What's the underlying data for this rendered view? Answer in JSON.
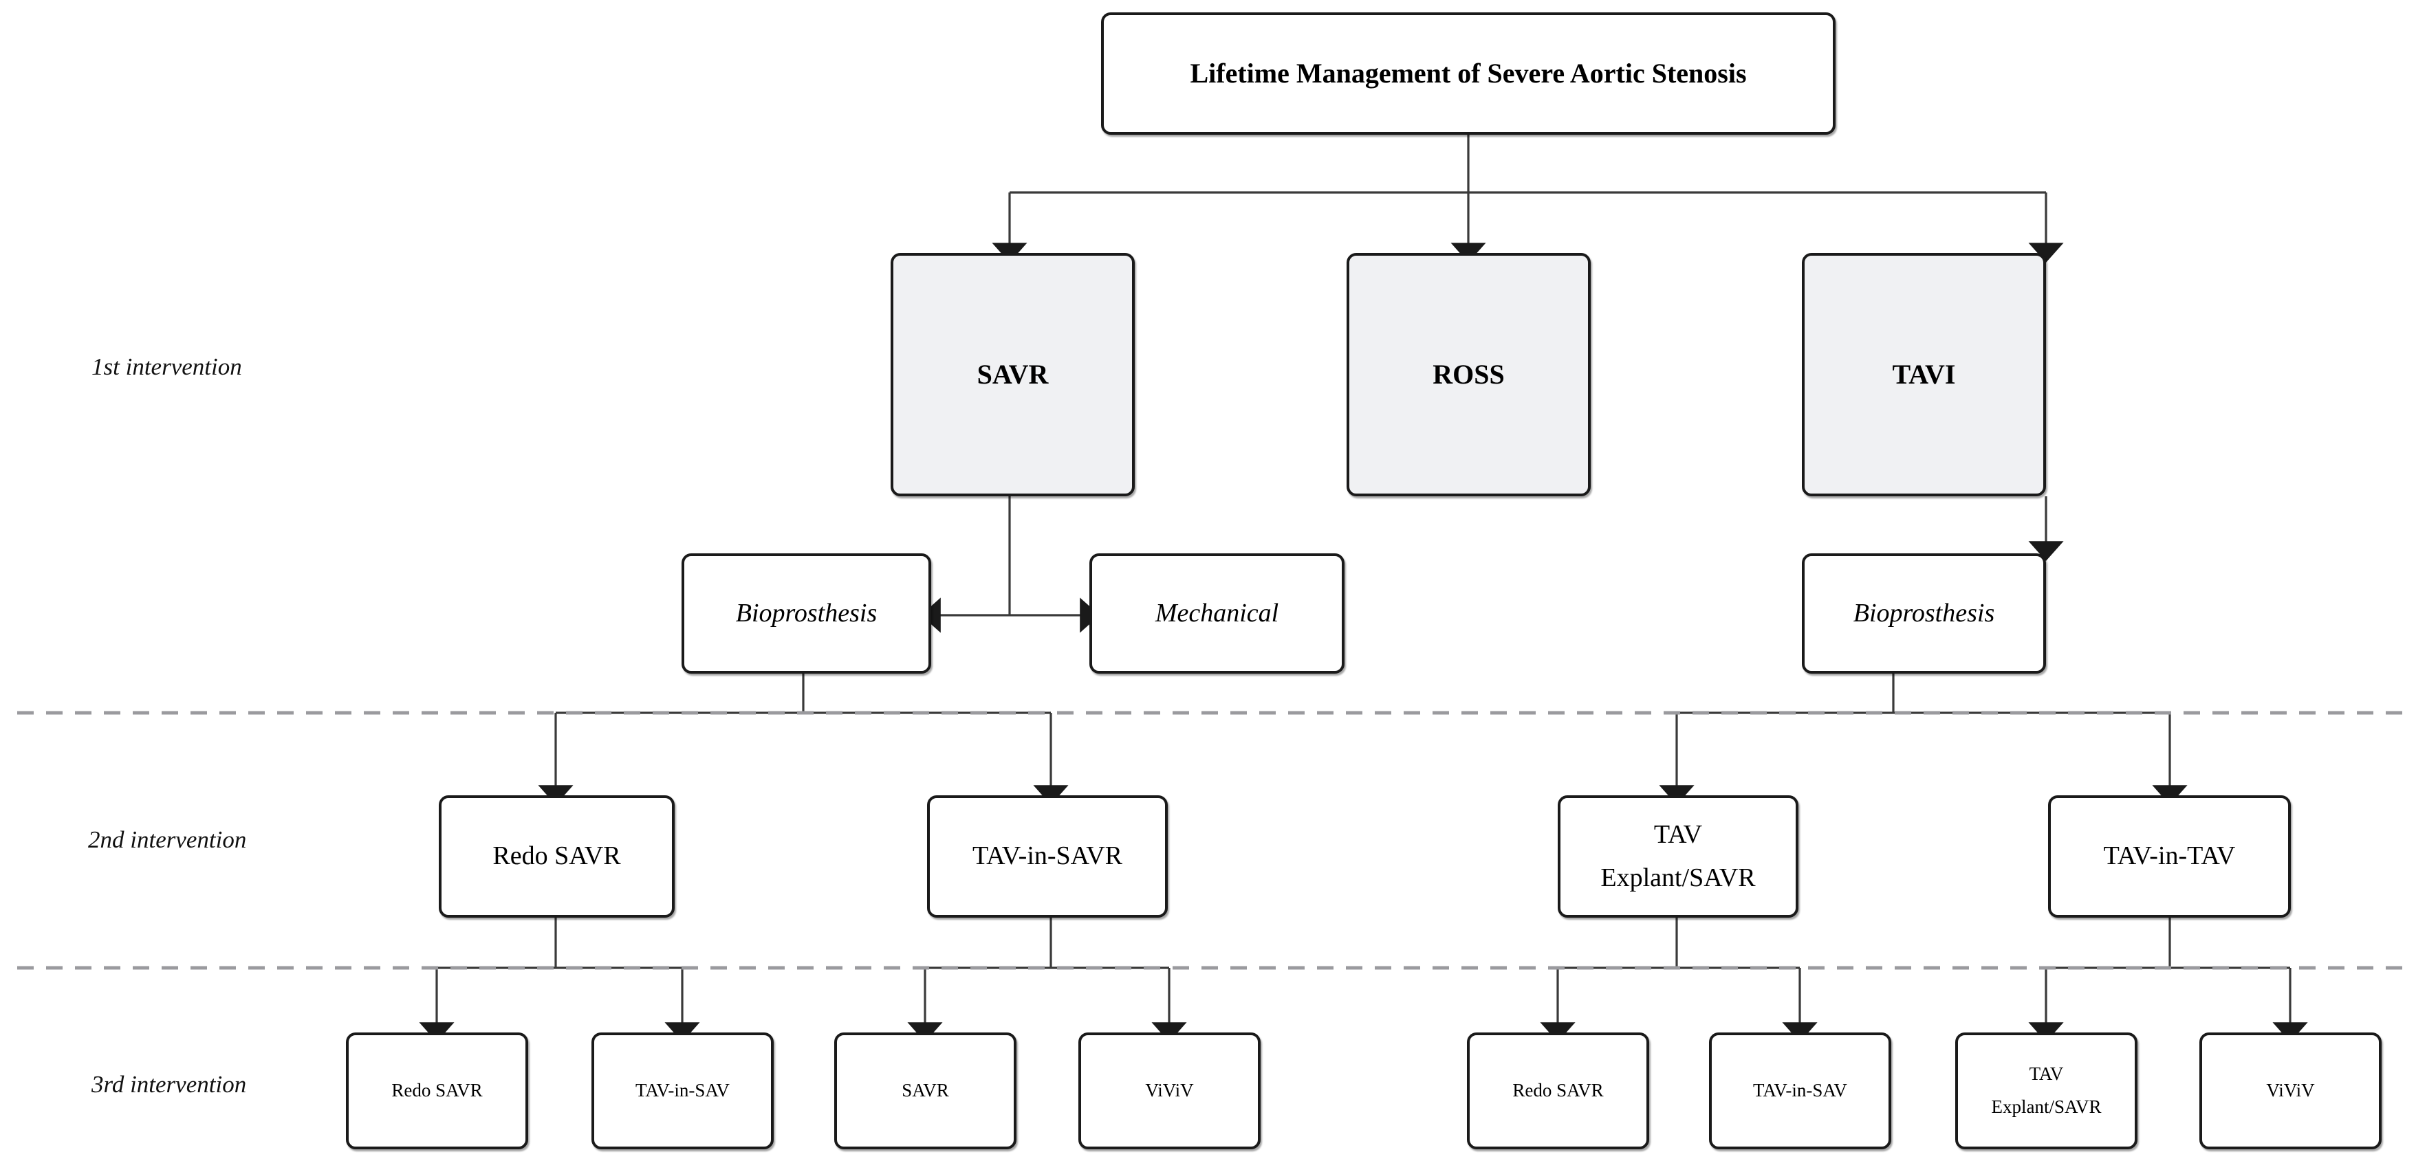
{
  "diagram": {
    "title_box": {
      "label": "Lifetime Management of Severe Aortic Stenosis"
    },
    "row_labels": [
      {
        "id": "row-1",
        "label": "1st intervention"
      },
      {
        "id": "row-2",
        "label": "2nd intervention"
      },
      {
        "id": "row-3",
        "label": "3rd intervention"
      }
    ],
    "level1": [
      {
        "id": "savr",
        "label": "SAVR",
        "shaded": true
      },
      {
        "id": "ross",
        "label": "ROSS",
        "shaded": true
      },
      {
        "id": "tavi",
        "label": "TAVI",
        "shaded": true
      }
    ],
    "valves": [
      {
        "id": "savr-bioprosthesis",
        "label": "Bioprosthesis"
      },
      {
        "id": "savr-mechanical",
        "label": "Mechanical"
      },
      {
        "id": "tavi-bioprosthesis",
        "label": "Bioprosthesis"
      }
    ],
    "level2": [
      {
        "id": "redo-savr-2",
        "line1": "Redo SAVR",
        "line2": ""
      },
      {
        "id": "tav-in-savr-2",
        "line1": "TAV-in-SAVR",
        "line2": ""
      },
      {
        "id": "tav-explant-savr-2",
        "line1": "TAV",
        "line2": "Explant/SAVR"
      },
      {
        "id": "tav-in-tav-2",
        "line1": "TAV-in-TAV",
        "line2": ""
      }
    ],
    "level3": [
      {
        "id": "redo-savr-3a",
        "line1": "Redo SAVR",
        "line2": ""
      },
      {
        "id": "tav-in-sav-3a",
        "line1": "TAV-in-SAV",
        "line2": ""
      },
      {
        "id": "savr-3a",
        "line1": "SAVR",
        "line2": ""
      },
      {
        "id": "viviv-3a",
        "line1": "ViViV",
        "line2": ""
      },
      {
        "id": "redo-savr-3b",
        "line1": "Redo SAVR",
        "line2": ""
      },
      {
        "id": "tav-in-sav-3b",
        "line1": "TAV-in-SAV",
        "line2": ""
      },
      {
        "id": "tav-explant-savr-3b",
        "line1": "TAV",
        "line2": "Explant/SAVR"
      },
      {
        "id": "viviv-3b",
        "line1": "ViViV",
        "line2": ""
      }
    ],
    "colors": {
      "shaded_fill": "#f0f1f3",
      "box_fill": "#ffffff",
      "border": "#1a1a1a",
      "connector": "#333333",
      "divider": "#9a9a9e",
      "text": "#000000"
    }
  }
}
